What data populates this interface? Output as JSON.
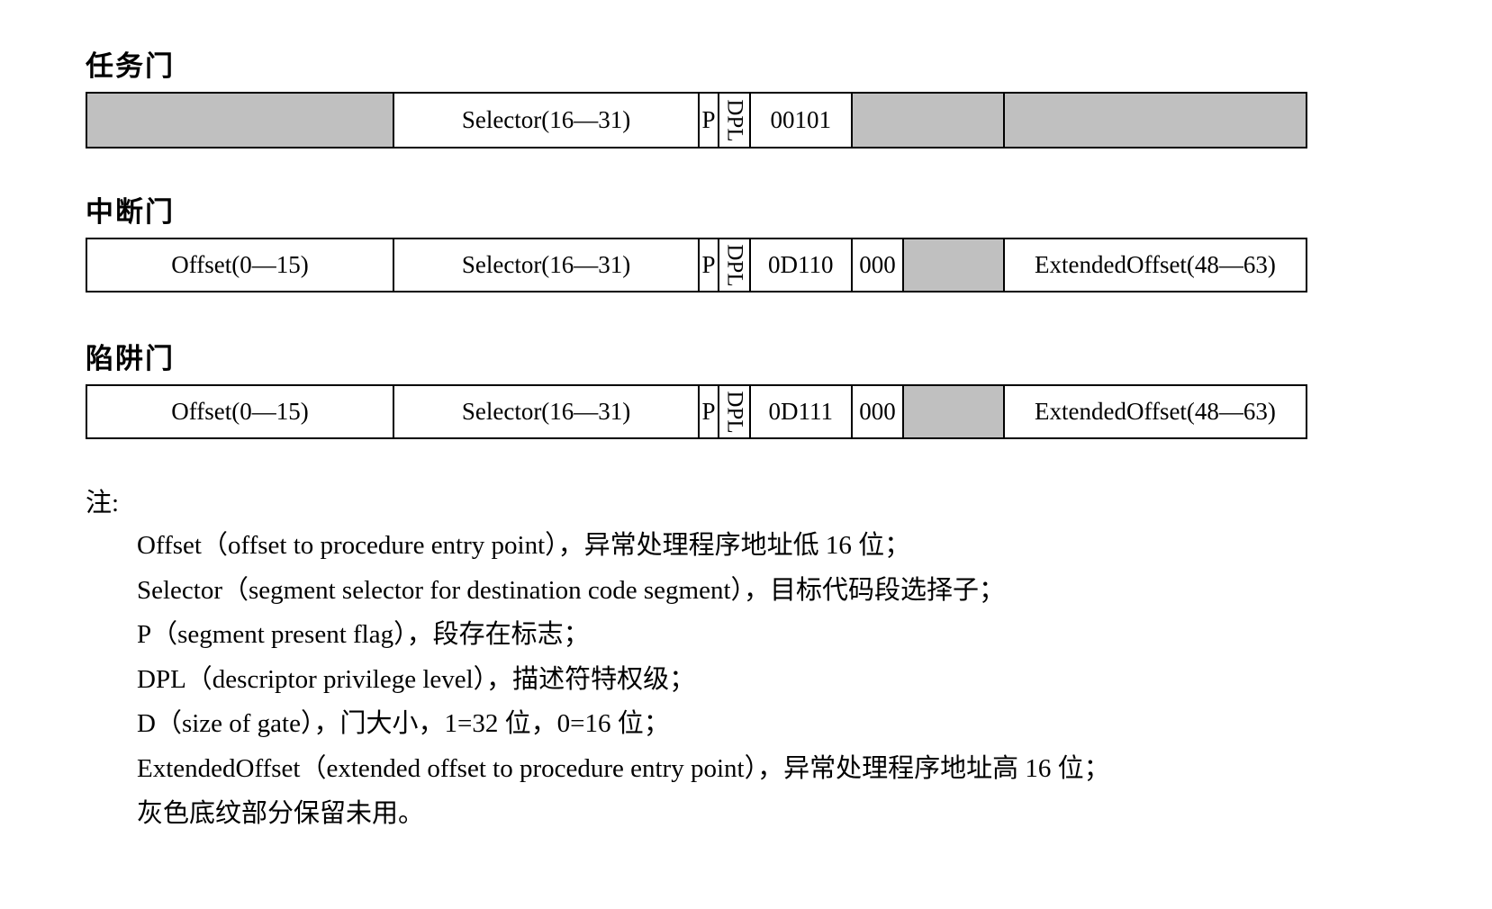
{
  "colors": {
    "background": "#ffffff",
    "shaded_cell": "#c0c0c0",
    "border": "#000000",
    "text": "#000000"
  },
  "gates": [
    {
      "title": "任务门",
      "cells": [
        {
          "label": "",
          "shaded": true
        },
        {
          "label": "Selector(16—31)",
          "shaded": false
        },
        {
          "label": "P",
          "shaded": false
        },
        {
          "label": "DPL",
          "shaded": false,
          "rotated": true
        },
        {
          "label": "00101",
          "shaded": false
        },
        {
          "label": "",
          "shaded": true
        },
        {
          "label": "",
          "shaded": true
        }
      ]
    },
    {
      "title": "中断门",
      "cells": [
        {
          "label": "Offset(0—15)",
          "shaded": false
        },
        {
          "label": "Selector(16—31)",
          "shaded": false
        },
        {
          "label": "P",
          "shaded": false
        },
        {
          "label": "DPL",
          "shaded": false,
          "rotated": true
        },
        {
          "label": "0D110",
          "shaded": false
        },
        {
          "label": "000",
          "shaded": false
        },
        {
          "label": "",
          "shaded": true
        },
        {
          "label": "ExtendedOffset(48—63)",
          "shaded": false
        }
      ]
    },
    {
      "title": "陷阱门",
      "cells": [
        {
          "label": "Offset(0—15)",
          "shaded": false
        },
        {
          "label": "Selector(16—31)",
          "shaded": false
        },
        {
          "label": "P",
          "shaded": false
        },
        {
          "label": "DPL",
          "shaded": false,
          "rotated": true
        },
        {
          "label": "0D111",
          "shaded": false
        },
        {
          "label": "000",
          "shaded": false
        },
        {
          "label": "",
          "shaded": true
        },
        {
          "label": "ExtendedOffset(48—63)",
          "shaded": false
        }
      ]
    }
  ],
  "notes": {
    "heading": "注:",
    "lines": [
      "Offset（offset to procedure entry point），异常处理程序地址低 16 位；",
      "Selector（segment selector for destination code segment），目标代码段选择子；",
      "P（segment present flag），段存在标志；",
      "DPL（descriptor privilege level），描述符特权级；",
      "D（size of gate），门大小，1=32 位，0=16 位；",
      "ExtendedOffset（extended offset to procedure entry point），异常处理程序地址高 16 位；",
      "灰色底纹部分保留未用。"
    ]
  }
}
